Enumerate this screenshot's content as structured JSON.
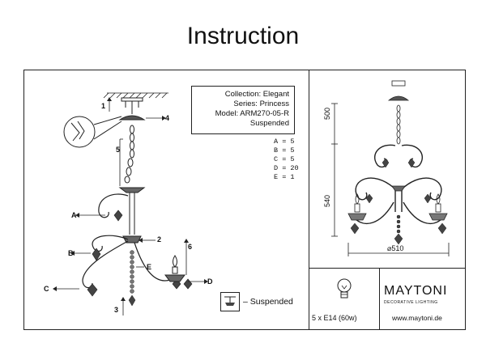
{
  "header": {
    "title": "Instruction"
  },
  "info": {
    "collection": "Collection: Elegant",
    "series": "Series: Princess",
    "model": "Model: ARM270-05-R",
    "type": "Suspended"
  },
  "parts_counts": [
    {
      "label": "A = 5"
    },
    {
      "label": "B = 5"
    },
    {
      "label": "C = 5"
    },
    {
      "label": "D = 20"
    },
    {
      "label": "E = 1"
    }
  ],
  "callouts": {
    "n1": "1",
    "n2": "2",
    "n3": "3",
    "n4": "4",
    "n5": "5",
    "n6": "6",
    "a": "A",
    "b": "B",
    "c": "C",
    "d": "D",
    "e": "E"
  },
  "dimensions": {
    "height_top": "500",
    "height_lower": "540",
    "diameter": "⌀510"
  },
  "legend": {
    "suspended": "– Suspended"
  },
  "lamp": {
    "spec": "5 x E14 (60w)"
  },
  "brand": {
    "name": "MAYTONI",
    "tagline": "DECORATIVE LIGHTING",
    "url": "www.maytoni.de"
  },
  "colors": {
    "line": "#222222",
    "background": "#ffffff"
  }
}
